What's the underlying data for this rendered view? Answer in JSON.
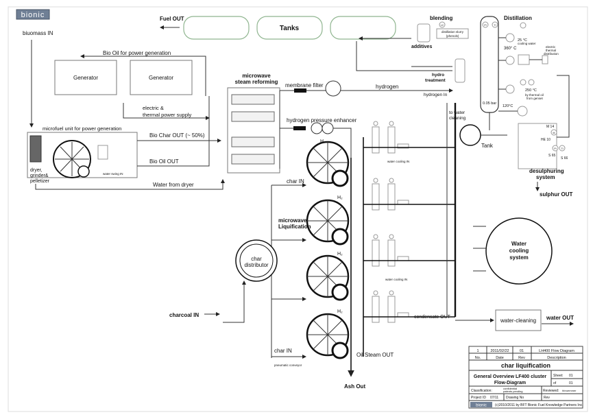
{
  "logo": "bionic",
  "footer_logo": "bionic",
  "labels": {
    "biomass_in": "biuomass IN",
    "fuel_out": "Fuel OUT",
    "tanks": "Tanks",
    "bio_oil_power": "Bio Oil for power generation",
    "generator": "Generator",
    "electric": "electric &",
    "thermal": "thermal power supply",
    "microfuel": "microfuel unit for power generation",
    "dryer1": "dryer,",
    "dryer2": "grinder&",
    "dryer3": "pelletizer",
    "water_swing": "water swing IN",
    "bio_char_out": "Bio Char OUT (~ 50%)",
    "bio_oil_out": "Bio Oil OUT",
    "water_from_dryer": "Water from dryer",
    "mw_steam1": "microwave",
    "mw_steam2": "steam reforming",
    "membrane": "membrane filter",
    "hydrogen": "hydrogen",
    "hydrogen_in": "hydrogen In",
    "h2_enhancer": "hydrogen pressure enhancer",
    "h2": "H₂",
    "char_in": "char IN",
    "mw_liq1": "microwave",
    "mw_liq2": "Liquification",
    "char_dist1": "char",
    "char_dist2": "distributor",
    "charcoal_in": "charcoal IN",
    "ash_out": "Ash Out",
    "oil_steam_out": "Oil Steam OUT",
    "pneumatic": "pneumatic conveyor",
    "water_cooling_in": "water cooling IN",
    "condensate_out": "condensate OUT",
    "water_cooling1": "Water",
    "water_cooling2": "cooling",
    "water_cooling3": "system",
    "water_cleaning": "water-cleaning",
    "water_out": "water OUT",
    "tank": "Tank",
    "desulph1": "desulphuring",
    "desulph2": "system",
    "sulphur_out": "sulphur OUT",
    "blending": "blending",
    "additives": "additives",
    "dist_slurry1": "distillation slurry",
    "dist_slurry2": "(phenols)",
    "hydro1": "hydro",
    "hydro2": "treatment",
    "distillation": "Distillation",
    "t360": "360° C",
    "t25": "25 °C",
    "cooling_water": "cooling water",
    "electric_thermal1": "electric",
    "electric_thermal2": "thermal",
    "electric_thermal3": "distribution",
    "t250": "250 °C",
    "by_thermal1": "by thermal oil",
    "by_thermal2": "from genset",
    "t120": "120°C",
    "bar": "0.05 bar",
    "to_water1": "to water",
    "to_water2": "cleaning",
    "m14": "M 14",
    "he10": "HE 10",
    "s65": "S 65",
    "s66": "S 66",
    "lc": "LC",
    "pi": "PI",
    "ti": "TI",
    "m": "M"
  },
  "title_block": {
    "rev_no": "1",
    "rev_date": "2011/02/22",
    "rev_rev": "01",
    "rev_desc": "LH400 Flow Diagram",
    "h_no": "No.",
    "h_date": "Date",
    "h_rev": "Rev",
    "h_desc": "Description",
    "title": "char liquification",
    "overview1": "General Overview LF400 cluster",
    "overview2": "Flow-Diagram",
    "sheet_label": "Sheet:",
    "sheet_val": "01",
    "of_label": "of",
    "of_val": "01",
    "class_label": "Classification:",
    "class_val1": "confidential",
    "class_val2": "patents pending",
    "reviewed_label": "Reviewed:",
    "reviewed_val": "hbruemmer",
    "project_label": "Project ID",
    "project_val": "07/11",
    "drawing_label": "Drawing No",
    "rev_label": "Rev",
    "copyright": "(c)2010/2011 by BFT Bionic Fuel Knowledge Partners Inc."
  }
}
